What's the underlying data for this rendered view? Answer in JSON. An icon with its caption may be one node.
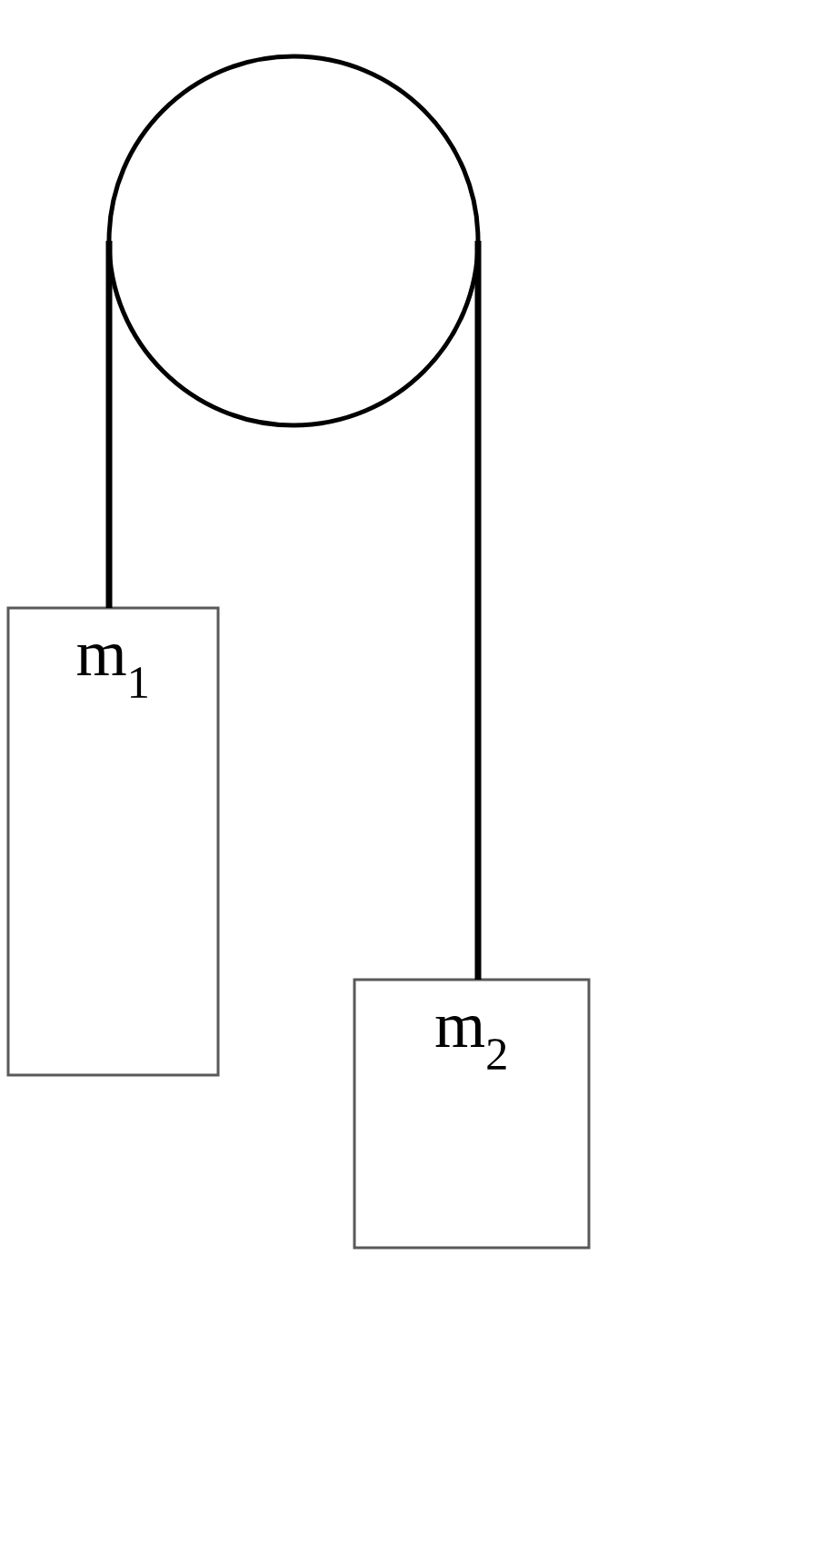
{
  "diagram": {
    "nodes": [
      {
        "text": [],
        "shape": "circle"
      },
      {
        "text": [
          "m$_{1}$"
        ]
      },
      {
        "text": [
          "m$_{2}$"
        ]
      }
    ],
    "edges": [
      {
        "from": 0,
        "to": 1,
        "arrow": "none"
      },
      {
        "from": 0,
        "to": 2,
        "arrow": "none"
      }
    ]
  }
}
